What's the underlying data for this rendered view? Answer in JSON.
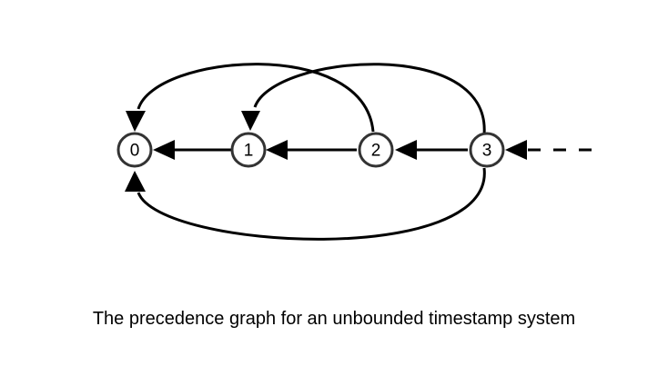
{
  "diagram": {
    "nodes": [
      {
        "id": "n0",
        "label": "0"
      },
      {
        "id": "n1",
        "label": "1"
      },
      {
        "id": "n2",
        "label": "2"
      },
      {
        "id": "n3",
        "label": "3"
      }
    ],
    "edges": [
      {
        "from": "n1",
        "to": "n0"
      },
      {
        "from": "n2",
        "to": "n1"
      },
      {
        "from": "n3",
        "to": "n2"
      },
      {
        "from": "n2",
        "to": "n0"
      },
      {
        "from": "n3",
        "to": "n1"
      },
      {
        "from": "n3",
        "to": "n0"
      },
      {
        "from": "continuation",
        "to": "n3",
        "style": "dashed"
      }
    ]
  },
  "caption": "The precedence graph for an unbounded timestamp system"
}
